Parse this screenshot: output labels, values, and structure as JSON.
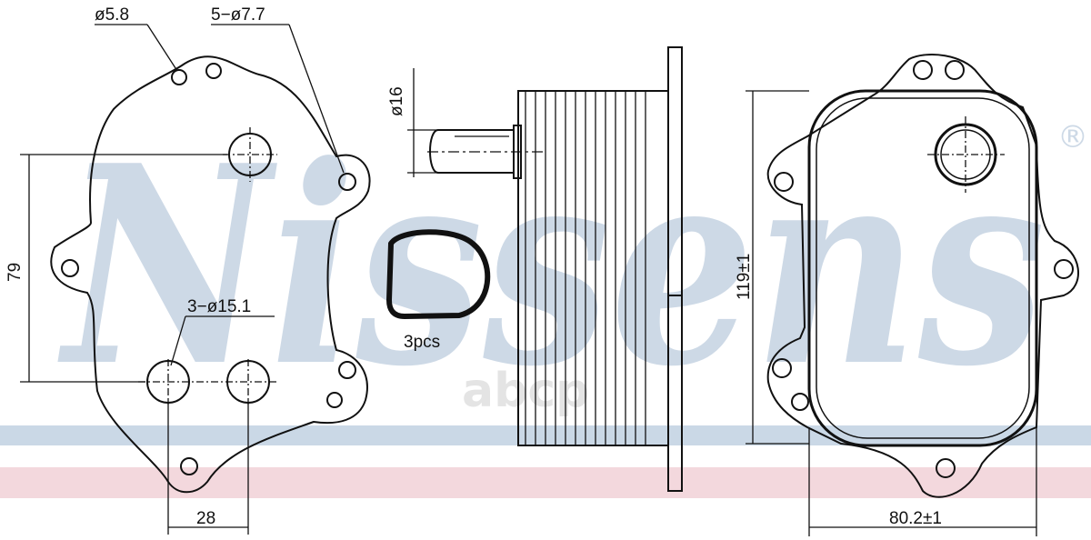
{
  "watermark": {
    "brand": "Nissens",
    "registered": "®",
    "secondary": "abcp",
    "colors": {
      "brand": "#cdd9e6",
      "band_blue": "#cad8e6",
      "band_pink": "#f3d8dd",
      "secondary": "#e4e4e4"
    }
  },
  "labels": {
    "hole_small": "ø5.8",
    "holes_bolt": "5−ø7.7",
    "height_left": "79",
    "holes_large": "3−ø15.1",
    "spacing": "28",
    "pipe_diameter": "ø16",
    "gasket_qty": "3pcs",
    "height_right": "119±1",
    "width_right": "80.2±1"
  },
  "colors": {
    "line": "#111111",
    "background": "#ffffff"
  }
}
